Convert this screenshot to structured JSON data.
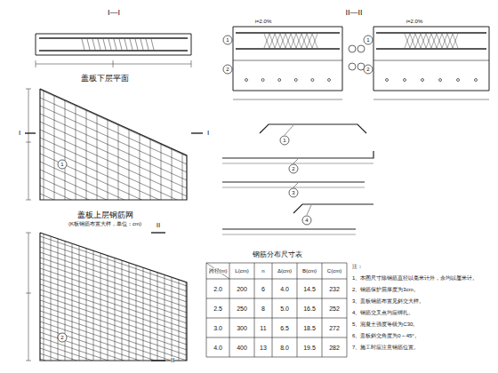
{
  "diagram": {
    "labels": [
      "I—I",
      "II—II",
      "盖板下层平面",
      "盖板上层钢筋网",
      "(K板钢筋布置大样，单位：cm)",
      "钢筋分布尺寸表",
      "跨径(m)",
      "L(cm)",
      "n",
      "Δ(cm)",
      "B(cm)",
      "C(cm)",
      "2.0",
      "200",
      "6",
      "4.0",
      "14.5",
      "232",
      "2.5",
      "250",
      "8",
      "5.0",
      "16.5",
      "252",
      "3.0",
      "300",
      "11",
      "6.5",
      "18.5",
      "272",
      "4.0",
      "400",
      "13",
      "8.0",
      "19.5",
      "282",
      "注：",
      "1、本图尺寸除钢筋直径以毫米计外，余均以厘米计。",
      "2、钢筋保护层厚度为3cm。",
      "3、盖板钢筋布置见斜交大样。",
      "4、钢筋交叉点均应绑扎。",
      "5、混凝土强度等级为C30。",
      "6、盖板斜交角度为0～45°。",
      "7、施工时应注意钢筋位置。",
      "1",
      "2",
      "3",
      "4",
      "1",
      "2",
      "1",
      "2",
      "1",
      "2",
      "i=2.0%",
      "i=2.0%",
      "I",
      "I",
      "II",
      "II"
    ]
  }
}
